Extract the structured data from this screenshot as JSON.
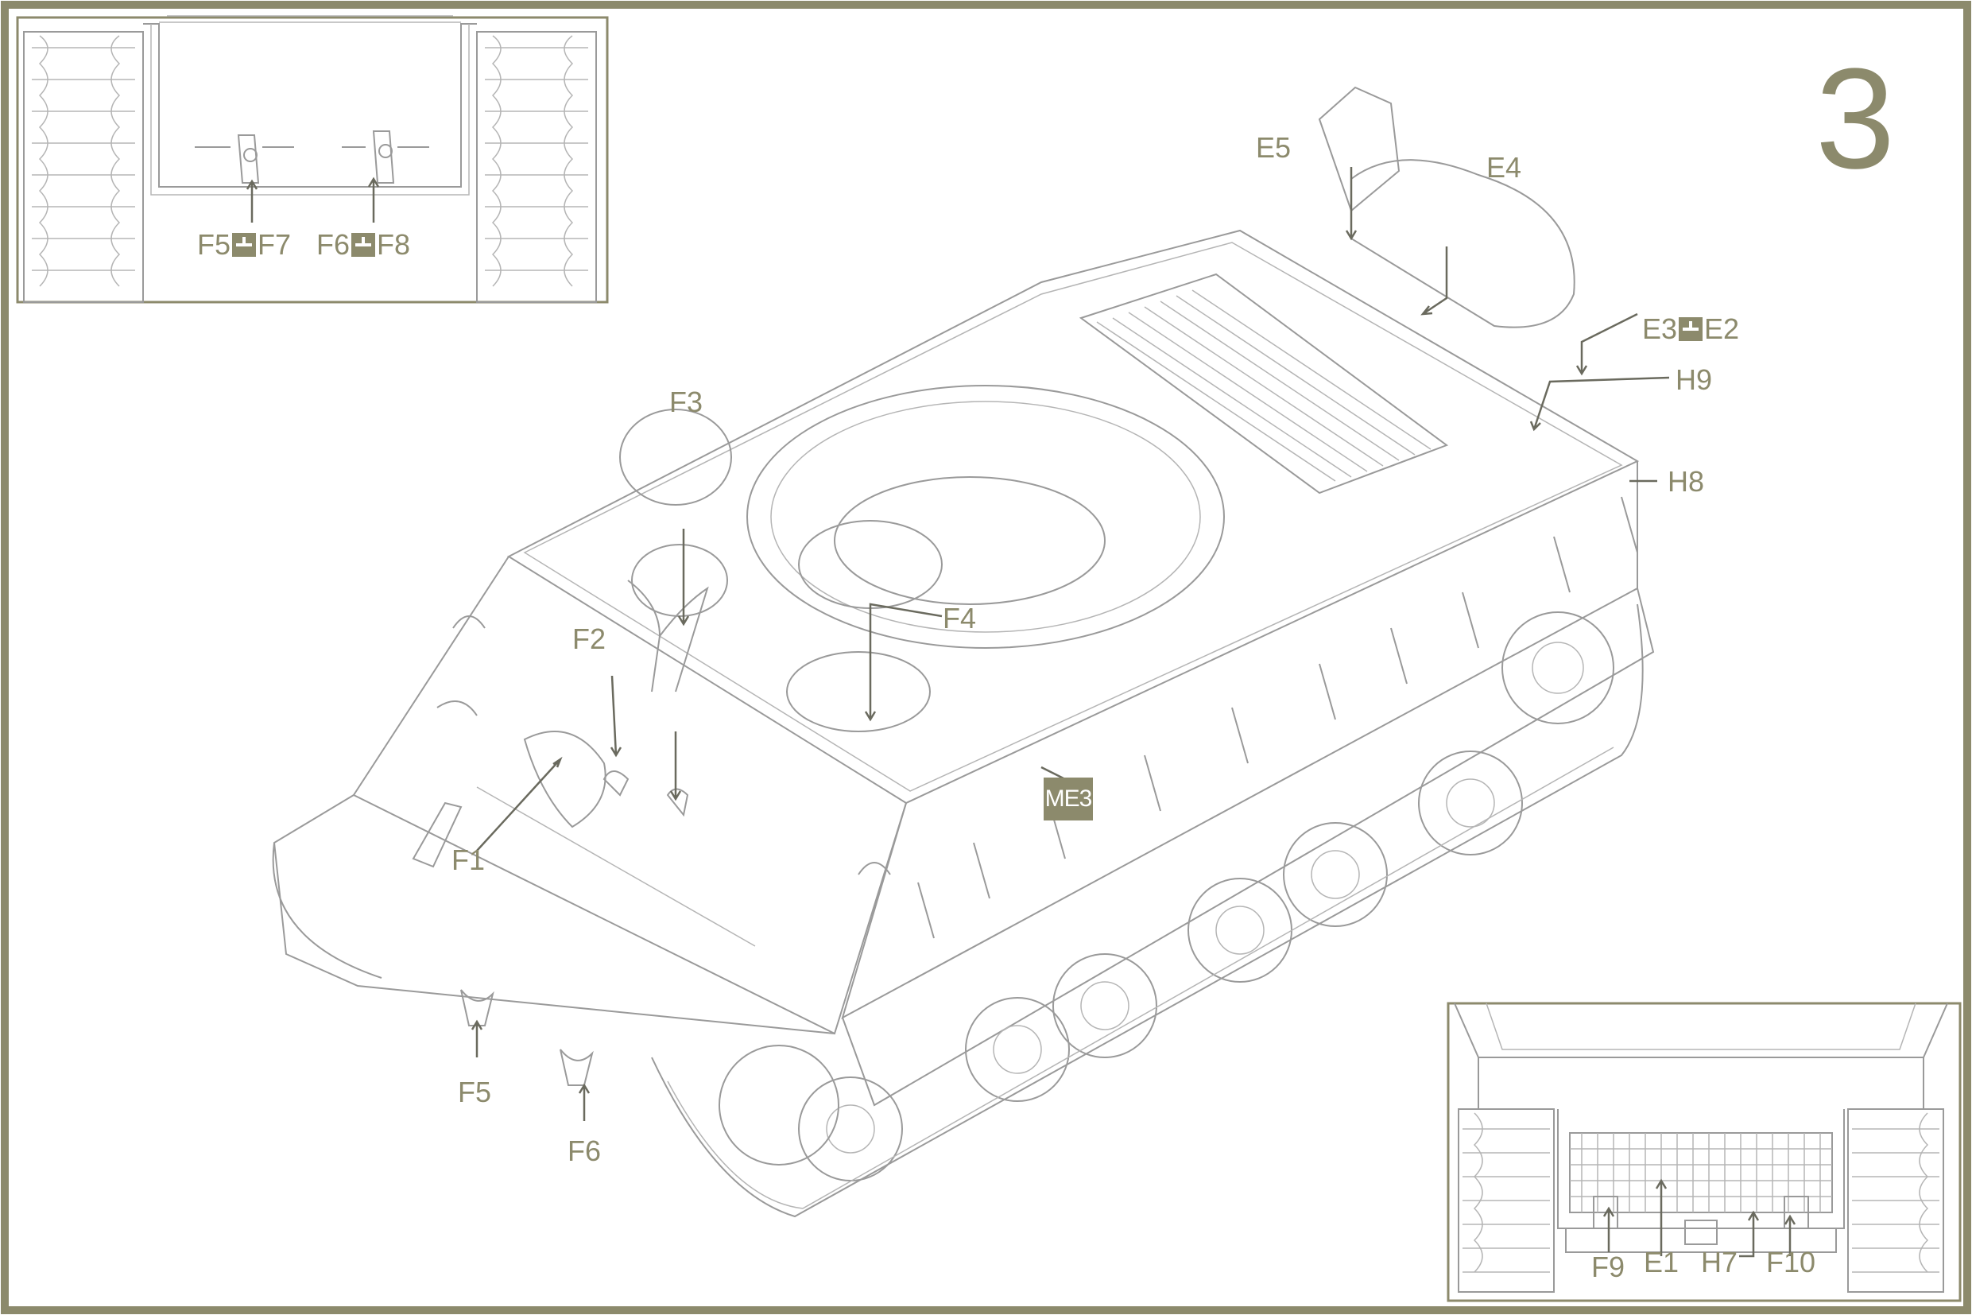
{
  "step_number": "3",
  "badge": "ME3",
  "callouts": {
    "E5": "E5",
    "E4": "E4",
    "E3_E2": [
      "E3",
      "E2"
    ],
    "H9": "H9",
    "H8": "H8",
    "F3": "F3",
    "F2": "F2",
    "F4": "F4",
    "F1": "F1",
    "F5": "F5",
    "F6": "F6"
  },
  "inset_top": {
    "left": [
      "F5",
      "F7"
    ],
    "right": [
      "F6",
      "F8"
    ]
  },
  "inset_bottom": {
    "labels": [
      "F9",
      "E1",
      "H7",
      "F10"
    ]
  },
  "colors": {
    "accent": "#8c8a6c",
    "frame": "#8c8a6c",
    "line": "#9a9a9a",
    "arrow": "#6a6a5e"
  },
  "icons": {
    "join_mark": "connector-icon"
  }
}
